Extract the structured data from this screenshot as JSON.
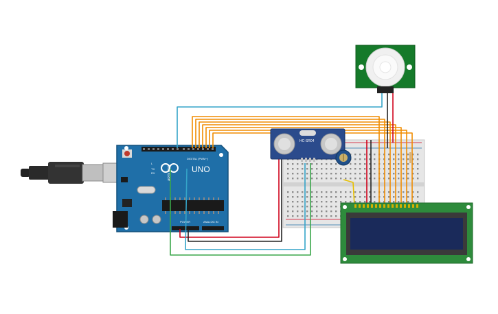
{
  "arduino": {
    "brand": "ARDUINO",
    "model": "UNO",
    "digital_label": "DIGITAL (PWM~)",
    "power_label": "POWER",
    "analog_label": "ANALOG IN",
    "tx_label": "TX",
    "rx_label": "RX",
    "l_label": "L",
    "on_label": "ON"
  },
  "ultrasonic": {
    "label": "HC-SR04"
  },
  "lcd": {
    "pin_count": 16
  },
  "wires": {
    "colors": {
      "orange": "#f08c00",
      "red": "#d0021b",
      "black": "#222222",
      "teal": "#34a4c8",
      "green": "#3aa64a",
      "yellow": "#e8c000"
    }
  },
  "colors": {
    "board_blue": "#1f6fa8",
    "board_dark": "#14507c",
    "breadboard": "#e6e6e6",
    "pir_pcb": "#157a2a",
    "lcd_pcb": "#2e8b3c",
    "lcd_screen": "#1a2a5a"
  }
}
